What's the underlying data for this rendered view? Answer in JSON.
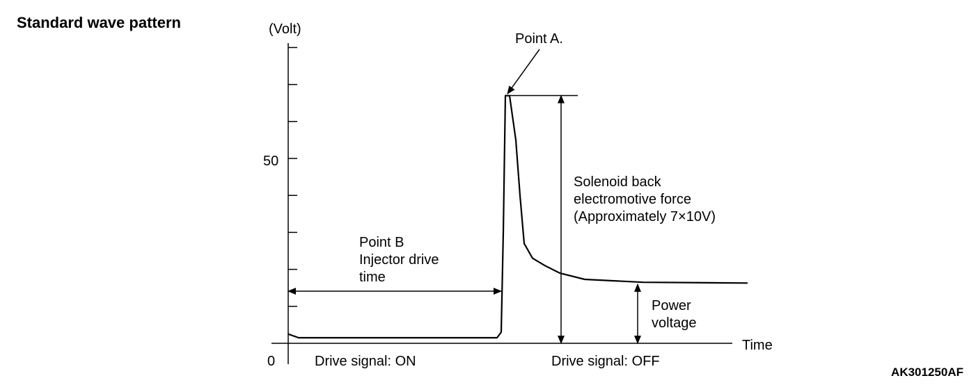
{
  "section_title": "Standard wave pattern",
  "figure_id": "AK301250AF",
  "chart_data": {
    "type": "line",
    "title": "",
    "ylabel": "(Volt)",
    "xlabel": "Time",
    "ylim": [
      0,
      80
    ],
    "y_major_tick_labels": [
      "0",
      "50"
    ],
    "y_minor_tick_step": 10,
    "series": [
      {
        "values": [
          [
            0.0,
            2.5
          ],
          [
            0.05,
            1.5
          ],
          [
            0.6,
            1.5
          ],
          [
            1.0,
            1.5
          ],
          [
            1.02,
            3.0
          ],
          [
            1.03,
            30.0
          ],
          [
            1.04,
            67.0
          ],
          [
            1.06,
            67.0
          ],
          [
            1.09,
            55.0
          ],
          [
            1.11,
            40.0
          ],
          [
            1.13,
            27.0
          ],
          [
            1.17,
            23.0
          ],
          [
            1.23,
            21.0
          ],
          [
            1.3,
            19.0
          ],
          [
            1.42,
            17.3
          ],
          [
            1.7,
            16.5
          ],
          [
            2.2,
            16.3
          ]
        ]
      }
    ],
    "power_voltage": 16,
    "peak_voltage": 67,
    "drive_on_end": 1.02,
    "annotations": {
      "point_a": "Point A.",
      "point_b_lines": [
        "Point B",
        "Injector drive",
        "time"
      ],
      "back_emf_lines": [
        "Solenoid back",
        "electromotive force",
        "(Approximately 7×10V)"
      ],
      "power_lines": [
        "Power",
        "voltage"
      ],
      "drive_on": "Drive signal: ON",
      "drive_off": "Drive signal: OFF"
    }
  }
}
